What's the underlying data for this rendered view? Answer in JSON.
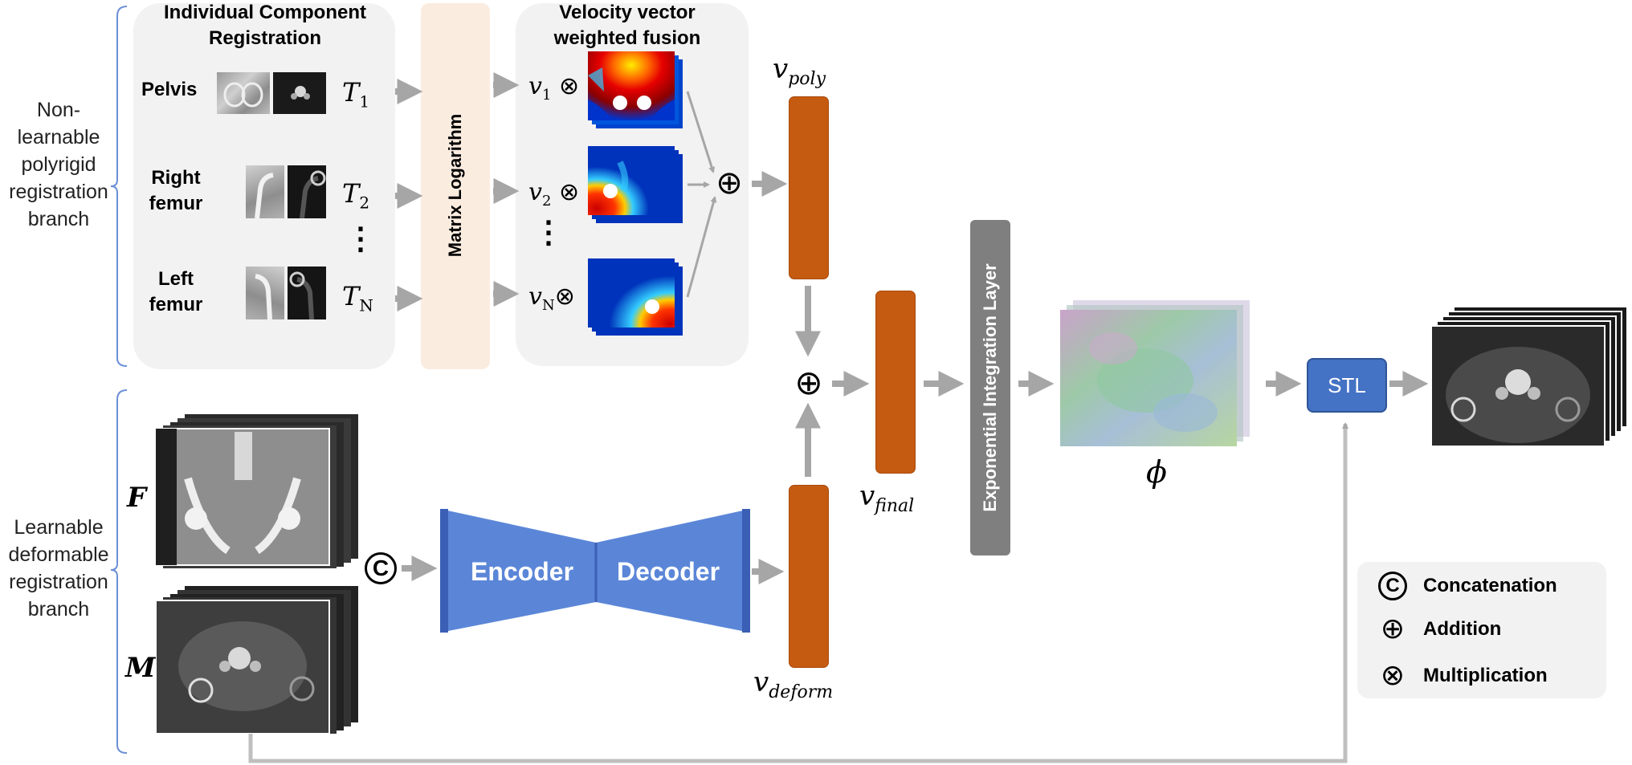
{
  "branches": {
    "top": "Non-\nlearnable\npolyrigid\nregistration\nbranch",
    "bottom": "Learnable\ndeformable\nregistration\nbranch"
  },
  "components": {
    "panel_title": "Individual Component Registration",
    "items": [
      {
        "name": "Pelvis",
        "transform": "T",
        "sub": "1"
      },
      {
        "name": "Right femur",
        "transform": "T",
        "sub": "2"
      },
      {
        "name": "Left femur",
        "transform": "T",
        "sub": "N"
      }
    ],
    "ellipsis": "⋮"
  },
  "matrix_log": "Matrix Logarithm",
  "fusion": {
    "title": "Velocity vector weighted fusion",
    "items": [
      {
        "v": "v",
        "sub": "1",
        "op": "⊗"
      },
      {
        "v": "v",
        "sub": "2",
        "op": "⊗"
      },
      {
        "v": "v",
        "sub": "N",
        "op": "⊗"
      }
    ],
    "ellipsis": "⋮",
    "sum_op": "⊕"
  },
  "vectors": {
    "v_poly": {
      "v": "v",
      "sub": "poly"
    },
    "v_final": {
      "v": "v",
      "sub": "final"
    },
    "v_deform": {
      "v": "v",
      "sub": "deform"
    }
  },
  "add_op": "⊕",
  "exp_layer": "Exponential Integration Layer",
  "phi": "ϕ",
  "stl": "STL",
  "inputs": {
    "fixed": "F",
    "moving": "M",
    "concat_op": "C"
  },
  "network": {
    "encoder": "Encoder",
    "decoder": "Decoder"
  },
  "legend": [
    {
      "symbol": "C",
      "label": "Concatenation"
    },
    {
      "symbol": "⊕",
      "label": "Addition"
    },
    {
      "symbol": "⊗",
      "label": "Multiplication"
    }
  ],
  "colors": {
    "panel": "#f2f2f2",
    "matrix_log": "#fbece0",
    "orange": "#c55a11",
    "blue": "#5b86d8",
    "blue_dark": "#3a5fb5",
    "stl_blue": "#4472c4",
    "exp_gray": "#7f7f7f",
    "arrow": "#a6a6a6",
    "bracket": "#6b8fd6"
  }
}
